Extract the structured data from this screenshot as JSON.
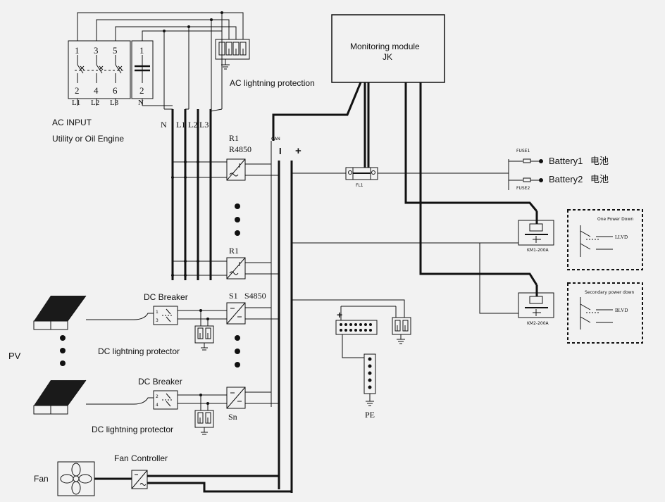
{
  "ac_input": {
    "pins_top": [
      "1",
      "3",
      "5"
    ],
    "pins_bottom": [
      "2",
      "4",
      "6"
    ],
    "n_pin_top": "1",
    "n_pin_bottom": "2",
    "phase_labels": [
      "L1",
      "L2",
      "L3"
    ],
    "n_label": "N",
    "title": "AC INPUT",
    "subtitle": "Utility or Oil Engine"
  },
  "bus_labels": [
    "N",
    "L1",
    "L2",
    "L3"
  ],
  "ac_lightning_label": "AC lightning protection",
  "monitoring": {
    "line1": "Monitoring module",
    "line2": "JK"
  },
  "rectifiers": {
    "r1_label": "R1",
    "model": "R4850",
    "r1_bottom_label": "R1",
    "can_label": "CAN",
    "minus": "I",
    "plus": "+"
  },
  "solar": {
    "s1_label": "S1",
    "model": "S4850",
    "sn_label": "Sn",
    "pv_label": "PV",
    "breaker_label_1": "DC Breaker",
    "breaker_label_2": "DC Breaker",
    "protector_label_1": "DC lightning protector",
    "protector_label_2": "DC lightning protector",
    "breaker_pins": [
      "1",
      "3",
      "2",
      "4"
    ]
  },
  "shunt_label": "FL1",
  "batteries": [
    {
      "fuse": "FUSE1",
      "label": "Battery1",
      "cn": "电池"
    },
    {
      "fuse": "FUSE2",
      "label": "Battery2",
      "cn": "电池"
    }
  ],
  "contactors": {
    "km1": "KM1-200A",
    "km2": "KM2-200A",
    "box1_title": "One Power Down",
    "box1_label": "LLVD",
    "box2_title": "Secondary power down",
    "box2_label": "BLVD"
  },
  "busbar": {
    "plus": "+",
    "pe_label": "PE"
  },
  "fan": {
    "label": "Fan",
    "controller_label": "Fan Controller"
  }
}
